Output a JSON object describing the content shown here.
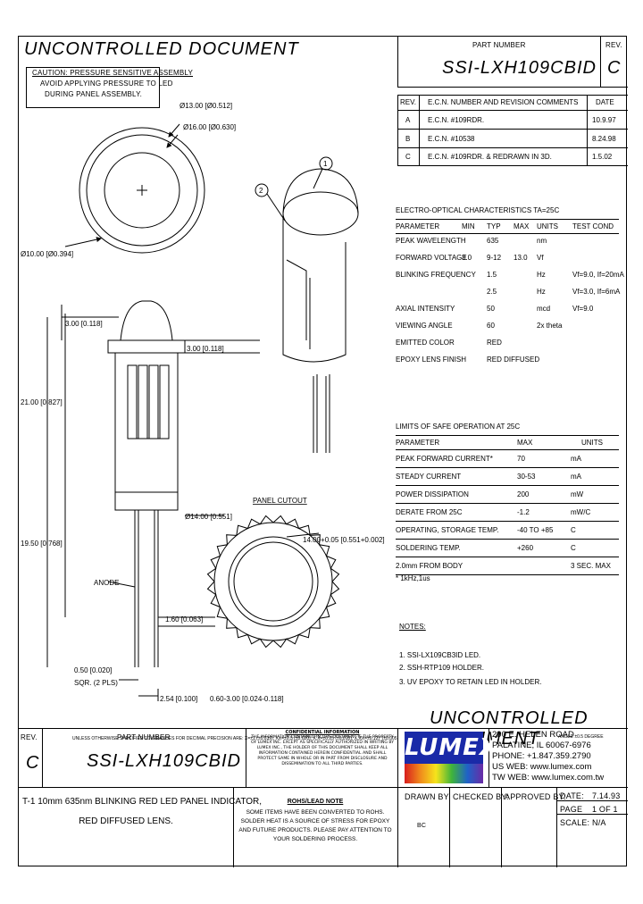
{
  "header": {
    "uncontrolled_top": "UNCONTROLLED DOCUMENT",
    "part_number_label": "PART NUMBER",
    "part_number": "SSI-LXH109CBID",
    "rev_label": "REV.",
    "rev": "C"
  },
  "caution": {
    "title": "CAUTION: PRESSURE SENSITIVE ASSEMBLY",
    "line1": "AVOID APPLYING PRESSURE TO LED",
    "line2": "DURING PANEL ASSEMBLY."
  },
  "revisions": {
    "headers": [
      "REV.",
      "E.C.N. NUMBER AND REVISION COMMENTS",
      "DATE"
    ],
    "rows": [
      {
        "rev": "A",
        "comment": "E.C.N. #109RDR.",
        "date": "10.9.97"
      },
      {
        "rev": "B",
        "comment": "E.C.N. #10538",
        "date": "8.24.98"
      },
      {
        "rev": "C",
        "comment": "E.C.N. #109RDR. & REDRAWN IN 3D.",
        "date": "1.5.02"
      }
    ]
  },
  "electro": {
    "title": "ELECTRO-OPTICAL CHARACTERISTICS TA=25C",
    "headers": [
      "PARAMETER",
      "MIN",
      "TYP",
      "MAX",
      "UNITS",
      "TEST COND"
    ],
    "rows": [
      [
        "PEAK WAVELENGTH",
        "",
        "635",
        "",
        "nm",
        ""
      ],
      [
        "FORWARD VOLTAGE",
        "3.0",
        "9-12",
        "13.0",
        "Vf",
        ""
      ],
      [
        "BLINKING FREQUENCY",
        "",
        "1.5",
        "",
        "Hz",
        "Vf=9.0, If=20mA"
      ],
      [
        "",
        "",
        "2.5",
        "",
        "Hz",
        "Vf=3.0, If=6mA"
      ],
      [
        "AXIAL INTENSITY",
        "",
        "50",
        "",
        "mcd",
        "Vf=9.0"
      ],
      [
        "VIEWING ANGLE",
        "",
        "60",
        "",
        "2x theta",
        ""
      ],
      [
        "EMITTED COLOR",
        "",
        "RED",
        "",
        "",
        ""
      ],
      [
        "EPOXY LENS FINISH",
        "",
        "RED DIFFUSED",
        "",
        "",
        ""
      ]
    ]
  },
  "limits": {
    "title": "LIMITS OF SAFE OPERATION AT 25C",
    "headers": [
      "PARAMETER",
      "MAX",
      "UNITS"
    ],
    "rows": [
      [
        "PEAK FORWARD CURRENT*",
        "70",
        "mA"
      ],
      [
        "STEADY CURRENT",
        "30-53",
        "mA"
      ],
      [
        "POWER DISSIPATION",
        "200",
        "mW"
      ],
      [
        "DERATE FROM 25C",
        "-1.2",
        "mW/C"
      ],
      [
        "OPERATING, STORAGE TEMP.",
        "-40 TO +85",
        "C"
      ],
      [
        "SOLDERING TEMP.",
        "+260",
        "C"
      ],
      [
        "2.0mm FROM BODY",
        "",
        "3 SEC. MAX"
      ]
    ],
    "footnote": "* 1kHz,1us"
  },
  "notes": {
    "title": "NOTES:",
    "items": [
      "1. SSI-LX109CB3ID LED.",
      "2. SSH-RTP109 HOLDER.",
      "3. UV EPOXY TO RETAIN LED IN HOLDER."
    ]
  },
  "drawing": {
    "d_outer": "Ø13.00 [Ø0.512]",
    "d_mid": "Ø16.00 [Ø0.630]",
    "d_inner": "Ø10.00 [Ø0.394]",
    "dim_300_top": "3.00 [0.118]",
    "dim_300_side": "3.00 [0.118]",
    "dim_2100": "21.00 [0.827]",
    "dim_1950": "19.50 [0.768]",
    "dim_1400": "Ø14.00 [0.551]",
    "dim_160": "1.60 [0.063]",
    "dim_050": "0.50 [0.020]",
    "sqr": "SQR. (2 PLS)",
    "dim_254": "2.54 [0.100]",
    "anode": "ANODE",
    "panel_cutout": "PANEL CUTOUT",
    "panel_dim": "14.00+0.05 [0.551+0.002]",
    "panel_thick": "0.60-3.00 [0.024-0.118]",
    "callout1": "1",
    "callout2": "2"
  },
  "uncontrolled_bottom": "UNCONTROLLED DOCUMENT",
  "tolerance_note": "UNLESS OTHERWISE SPECIFIED TOLERANCES FOR DECIMAL PRECISION ARE: X=±1 (±0.039), XX=±0.5 (±0.020), X.X=±0.25 (±0.010), X.XX=±0.127 (±0.005)",
  "tolerance_right": "ANGLE ±0.5 DEGREE",
  "title_block": {
    "rev_label": "REV.",
    "rev": "C",
    "part_label": "PART NUMBER",
    "part": "SSI-LXH109CBID",
    "confidential_title": "CONFIDENTIAL INFORMATION",
    "confidential_text": "THE INFORMATION CONTAINED IN THIS DOCUMENT IS THE PROPERTY OF LUMEX INC. EXCEPT AS SPECIFICALLY AUTHORIZED IN WRITING BY LUMEX INC., THE HOLDER OF THIS DOCUMENT SHALL KEEP ALL INFORMATION CONTAINED HEREIN CONFIDENTIAL AND SHALL PROTECT SAME IN WHOLE OR IN PART FROM DISCLOSURE AND DISSEMINATION TO ALL THIRD PARTIES.",
    "rohs_title": "ROHS/LEAD NOTE",
    "rohs_text": "SOME ITEMS HAVE BEEN CONVERTED TO ROHS. SOLDER HEAT IS A SOURCE OF STRESS FOR EPOXY AND FUTURE PRODUCTS. PLEASE PAY ATTENTION TO YOUR SOLDERING PROCESS.",
    "logo": "LUMEX",
    "address1": "290 E. HELEN ROAD",
    "address2": "PALATINE, IL 60067-6976",
    "phone": "PHONE: +1.847.359.2790",
    "us_web": "US WEB: www.lumex.com",
    "tw_web": "TW WEB: www.lumex.com.tw",
    "description1": "T-1 10mm 635nm BLINKING RED LED PANEL INDICATOR,",
    "description2": "RED DIFFUSED LENS.",
    "drawn_label": "DRAWN BY:",
    "drawn": "BC",
    "checked_label": "CHECKED BY:",
    "approved_label": "APPROVED BY:",
    "date_label": "DATE:",
    "date": "7.14.93",
    "page_label": "PAGE",
    "page": "1 OF 1",
    "scale_label": "SCALE:",
    "scale": "N/A"
  }
}
